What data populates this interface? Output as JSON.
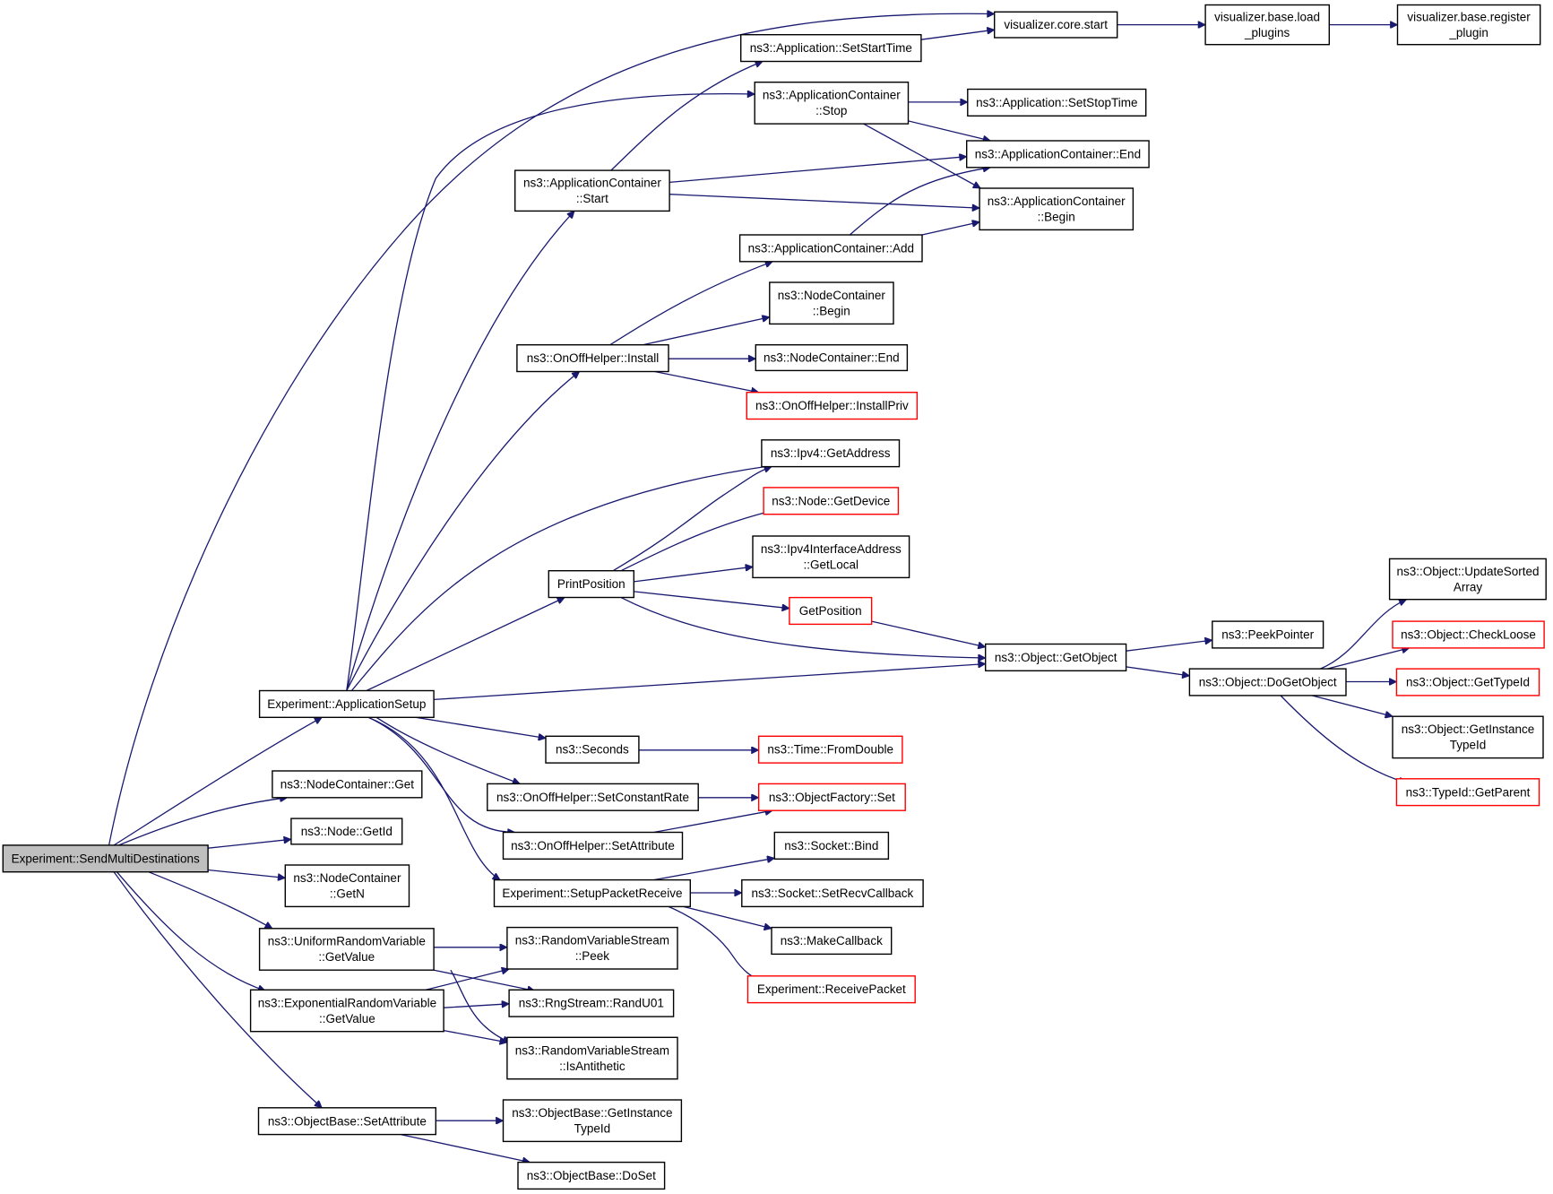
{
  "colors": {
    "edge": "#191970",
    "border_normal": "#000000",
    "border_truncated": "#ff0000",
    "fill_root": "#bfbfbf",
    "fill_normal": "#ffffff",
    "text": "#000000"
  },
  "nodes": [
    {
      "id": "n0",
      "lines": [
        "Experiment::SendMultiDestinations"
      ],
      "style": "root"
    },
    {
      "id": "n1",
      "lines": [
        "Experiment::ApplicationSetup"
      ],
      "style": "normal"
    },
    {
      "id": "n2",
      "lines": [
        "ns3::NodeContainer::Get"
      ],
      "style": "normal"
    },
    {
      "id": "n3",
      "lines": [
        "ns3::Node::GetId"
      ],
      "style": "normal"
    },
    {
      "id": "n4",
      "lines": [
        "ns3::NodeContainer",
        "::GetN"
      ],
      "style": "normal"
    },
    {
      "id": "n5",
      "lines": [
        "ns3::UniformRandomVariable",
        "::GetValue"
      ],
      "style": "normal"
    },
    {
      "id": "n6",
      "lines": [
        "ns3::ExponentialRandomVariable",
        "::GetValue"
      ],
      "style": "normal"
    },
    {
      "id": "n7",
      "lines": [
        "ns3::ObjectBase::SetAttribute"
      ],
      "style": "normal"
    },
    {
      "id": "n8",
      "lines": [
        "visualizer.core.start"
      ],
      "style": "normal"
    },
    {
      "id": "n9",
      "lines": [
        "visualizer.base.load",
        "_plugins"
      ],
      "style": "normal"
    },
    {
      "id": "n10",
      "lines": [
        "visualizer.base.register",
        "_plugin"
      ],
      "style": "normal"
    },
    {
      "id": "n11",
      "lines": [
        "ns3::Application::SetStartTime"
      ],
      "style": "normal"
    },
    {
      "id": "n12",
      "lines": [
        "ns3::ApplicationContainer",
        "::Stop"
      ],
      "style": "normal"
    },
    {
      "id": "n13",
      "lines": [
        "ns3::Application::SetStopTime"
      ],
      "style": "normal"
    },
    {
      "id": "n14",
      "lines": [
        "ns3::ApplicationContainer::End"
      ],
      "style": "normal"
    },
    {
      "id": "n15",
      "lines": [
        "ns3::ApplicationContainer",
        "::Begin"
      ],
      "style": "normal"
    },
    {
      "id": "n16",
      "lines": [
        "ns3::ApplicationContainer",
        "::Start"
      ],
      "style": "normal"
    },
    {
      "id": "n17",
      "lines": [
        "ns3::ApplicationContainer::Add"
      ],
      "style": "normal"
    },
    {
      "id": "n18",
      "lines": [
        "ns3::NodeContainer",
        "::Begin"
      ],
      "style": "normal"
    },
    {
      "id": "n19",
      "lines": [
        "ns3::OnOffHelper::Install"
      ],
      "style": "normal"
    },
    {
      "id": "n20",
      "lines": [
        "ns3::NodeContainer::End"
      ],
      "style": "normal"
    },
    {
      "id": "n21",
      "lines": [
        "ns3::OnOffHelper::InstallPriv"
      ],
      "style": "truncated"
    },
    {
      "id": "n22",
      "lines": [
        "ns3::Ipv4::GetAddress"
      ],
      "style": "normal"
    },
    {
      "id": "n23",
      "lines": [
        "ns3::Node::GetDevice"
      ],
      "style": "truncated"
    },
    {
      "id": "n24",
      "lines": [
        "ns3::Ipv4InterfaceAddress",
        "::GetLocal"
      ],
      "style": "normal"
    },
    {
      "id": "n25",
      "lines": [
        "PrintPosition"
      ],
      "style": "normal"
    },
    {
      "id": "n26",
      "lines": [
        "GetPosition"
      ],
      "style": "truncated"
    },
    {
      "id": "n27",
      "lines": [
        "ns3::Object::GetObject"
      ],
      "style": "normal"
    },
    {
      "id": "n28",
      "lines": [
        "ns3::PeekPointer"
      ],
      "style": "normal"
    },
    {
      "id": "n29",
      "lines": [
        "ns3::Object::DoGetObject"
      ],
      "style": "normal"
    },
    {
      "id": "n30",
      "lines": [
        "ns3::Object::UpdateSorted",
        "Array"
      ],
      "style": "normal"
    },
    {
      "id": "n31",
      "lines": [
        "ns3::Object::CheckLoose"
      ],
      "style": "truncated"
    },
    {
      "id": "n32",
      "lines": [
        "ns3::Object::GetTypeId"
      ],
      "style": "truncated"
    },
    {
      "id": "n33",
      "lines": [
        "ns3::Object::GetInstance",
        "TypeId"
      ],
      "style": "normal"
    },
    {
      "id": "n34",
      "lines": [
        "ns3::TypeId::GetParent"
      ],
      "style": "truncated"
    },
    {
      "id": "n35",
      "lines": [
        "ns3::Seconds"
      ],
      "style": "normal"
    },
    {
      "id": "n36",
      "lines": [
        "ns3::Time::FromDouble"
      ],
      "style": "truncated"
    },
    {
      "id": "n37",
      "lines": [
        "ns3::OnOffHelper::SetConstantRate"
      ],
      "style": "normal"
    },
    {
      "id": "n38",
      "lines": [
        "ns3::ObjectFactory::Set"
      ],
      "style": "truncated"
    },
    {
      "id": "n39",
      "lines": [
        "ns3::OnOffHelper::SetAttribute"
      ],
      "style": "normal"
    },
    {
      "id": "n40",
      "lines": [
        "Experiment::SetupPacketReceive"
      ],
      "style": "normal"
    },
    {
      "id": "n41",
      "lines": [
        "ns3::Socket::Bind"
      ],
      "style": "normal"
    },
    {
      "id": "n42",
      "lines": [
        "ns3::Socket::SetRecvCallback"
      ],
      "style": "normal"
    },
    {
      "id": "n43",
      "lines": [
        "ns3::MakeCallback"
      ],
      "style": "normal"
    },
    {
      "id": "n44",
      "lines": [
        "Experiment::ReceivePacket"
      ],
      "style": "truncated"
    },
    {
      "id": "n45",
      "lines": [
        "ns3::RandomVariableStream",
        "::Peek"
      ],
      "style": "normal"
    },
    {
      "id": "n46",
      "lines": [
        "ns3::RngStream::RandU01"
      ],
      "style": "normal"
    },
    {
      "id": "n47",
      "lines": [
        "ns3::RandomVariableStream",
        "::IsAntithetic"
      ],
      "style": "normal"
    },
    {
      "id": "n48",
      "lines": [
        "ns3::ObjectBase::GetInstance",
        "TypeId"
      ],
      "style": "normal"
    },
    {
      "id": "n49",
      "lines": [
        "ns3::ObjectBase::DoSet"
      ],
      "style": "normal"
    }
  ],
  "edges": [
    {
      "from": "n0",
      "to": "n1"
    },
    {
      "from": "n0",
      "to": "n2"
    },
    {
      "from": "n0",
      "to": "n3"
    },
    {
      "from": "n0",
      "to": "n4"
    },
    {
      "from": "n0",
      "to": "n5"
    },
    {
      "from": "n0",
      "to": "n6"
    },
    {
      "from": "n0",
      "to": "n7"
    },
    {
      "from": "n0",
      "to": "n8"
    },
    {
      "from": "n8",
      "to": "n9"
    },
    {
      "from": "n9",
      "to": "n10"
    },
    {
      "from": "n1",
      "to": "n12"
    },
    {
      "from": "n1",
      "to": "n16"
    },
    {
      "from": "n1",
      "to": "n19"
    },
    {
      "from": "n1",
      "to": "n22"
    },
    {
      "from": "n1",
      "to": "n25"
    },
    {
      "from": "n1",
      "to": "n27"
    },
    {
      "from": "n1",
      "to": "n35"
    },
    {
      "from": "n1",
      "to": "n37"
    },
    {
      "from": "n1",
      "to": "n39"
    },
    {
      "from": "n1",
      "to": "n40"
    },
    {
      "from": "n11",
      "to": "n8"
    },
    {
      "from": "n12",
      "to": "n13"
    },
    {
      "from": "n12",
      "to": "n14"
    },
    {
      "from": "n12",
      "to": "n15"
    },
    {
      "from": "n16",
      "to": "n11"
    },
    {
      "from": "n16",
      "to": "n14"
    },
    {
      "from": "n16",
      "to": "n15"
    },
    {
      "from": "n17",
      "to": "n14"
    },
    {
      "from": "n17",
      "to": "n15"
    },
    {
      "from": "n19",
      "to": "n17"
    },
    {
      "from": "n19",
      "to": "n18"
    },
    {
      "from": "n19",
      "to": "n20"
    },
    {
      "from": "n19",
      "to": "n21"
    },
    {
      "from": "n25",
      "to": "n22"
    },
    {
      "from": "n25",
      "to": "n23"
    },
    {
      "from": "n25",
      "to": "n24"
    },
    {
      "from": "n25",
      "to": "n26"
    },
    {
      "from": "n25",
      "to": "n27"
    },
    {
      "from": "n26",
      "to": "n27"
    },
    {
      "from": "n27",
      "to": "n28"
    },
    {
      "from": "n27",
      "to": "n29"
    },
    {
      "from": "n29",
      "to": "n30"
    },
    {
      "from": "n29",
      "to": "n31"
    },
    {
      "from": "n29",
      "to": "n32"
    },
    {
      "from": "n29",
      "to": "n33"
    },
    {
      "from": "n29",
      "to": "n34"
    },
    {
      "from": "n35",
      "to": "n36"
    },
    {
      "from": "n37",
      "to": "n38"
    },
    {
      "from": "n39",
      "to": "n38"
    },
    {
      "from": "n40",
      "to": "n41"
    },
    {
      "from": "n40",
      "to": "n42"
    },
    {
      "from": "n40",
      "to": "n43"
    },
    {
      "from": "n40",
      "to": "n44"
    },
    {
      "from": "n5",
      "to": "n45"
    },
    {
      "from": "n5",
      "to": "n46"
    },
    {
      "from": "n5",
      "to": "n47"
    },
    {
      "from": "n6",
      "to": "n45"
    },
    {
      "from": "n6",
      "to": "n46"
    },
    {
      "from": "n6",
      "to": "n47"
    },
    {
      "from": "n7",
      "to": "n48"
    },
    {
      "from": "n7",
      "to": "n49"
    }
  ]
}
